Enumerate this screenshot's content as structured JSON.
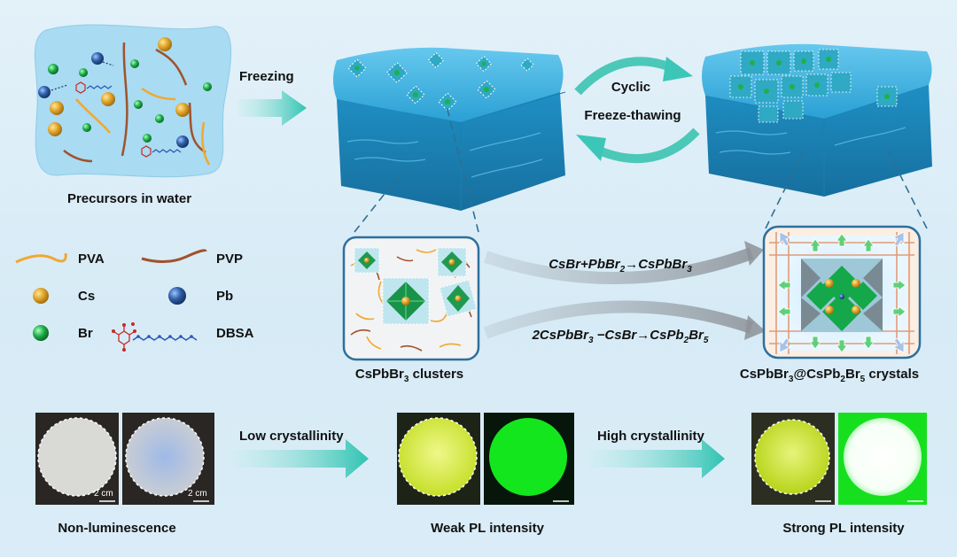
{
  "labels": {
    "precursors": "Precursors in water",
    "freezing": "Freezing",
    "cyclic": "Cyclic",
    "freeze_thawing": "Freeze-thawing",
    "clusters": "CsPbBr3 clusters",
    "crystals": "CsPbBr3@CsPb2Br5 crystals",
    "low_crystallinity": "Low crystallinity",
    "high_crystallinity": "High crystallinity",
    "non_luminescence": "Non-luminescence",
    "weak_pl": "Weak PL intensity",
    "strong_pl": "Strong PL intensity",
    "scale_bar_1": "2 cm",
    "scale_bar_2": "2 cm"
  },
  "equations": {
    "eq1": "CsBr+PbBr2→CsPbBr3",
    "eq2": "2CsPbBr3 −CsBr→CsPb2Br5"
  },
  "legend": {
    "pva": "PVA",
    "pvp": "PVP",
    "cs": "Cs",
    "pb": "Pb",
    "br": "Br",
    "dbsa": "DBSA"
  },
  "colors": {
    "pva": "#f0a830",
    "pvp": "#a0522d",
    "cs": "#e2a52a",
    "pb": "#2f5fa8",
    "br": "#1fb04a",
    "hydrogel": "#36a9d6",
    "arrow": "#3cc6b8",
    "green_glow": "#14e61e",
    "frame": "#2d6f9e"
  }
}
